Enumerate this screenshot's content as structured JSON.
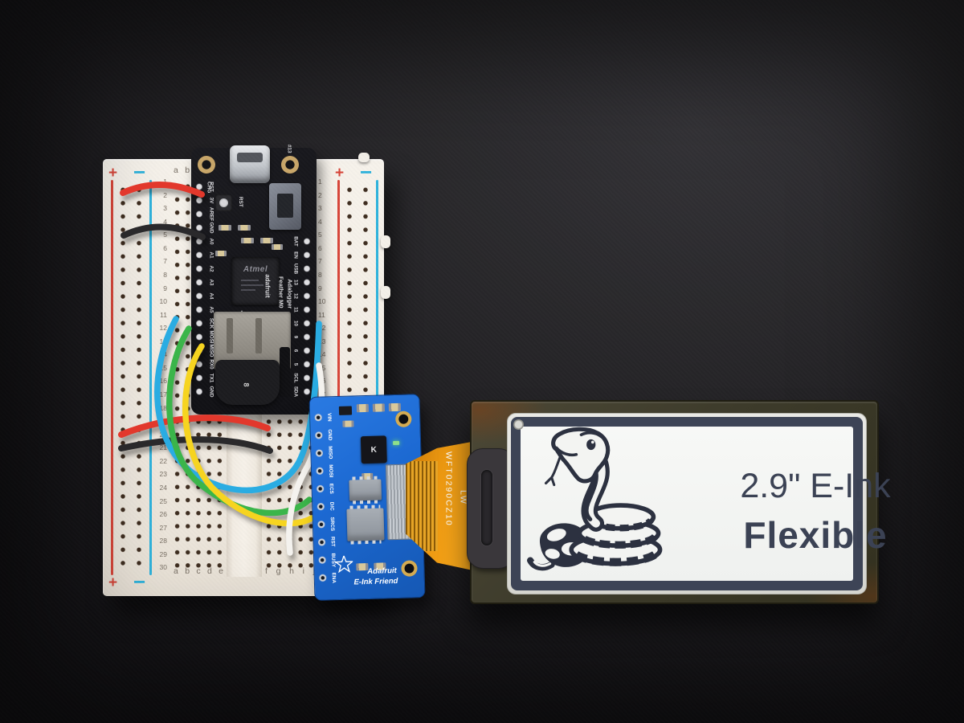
{
  "scene": {
    "description": "Adafruit Feather M0 Adalogger on a half-size breadboard, wired to an Adafruit E-Ink Friend breakout that drives a 2.9 inch flexible monochrome e-ink display over an orange flex cable",
    "background_color": "#232225"
  },
  "breadboard": {
    "plus": "+",
    "minus": "−",
    "row_numbers": [
      "1",
      "2",
      "3",
      "4",
      "5",
      "6",
      "7",
      "8",
      "9",
      "10",
      "11",
      "12",
      "13",
      "14",
      "15",
      "16",
      "17",
      "18",
      "19",
      "20",
      "21",
      "22",
      "23",
      "24",
      "25",
      "26",
      "27",
      "28",
      "29",
      "30"
    ],
    "letters_left": [
      "a",
      "b",
      "c",
      "d",
      "e"
    ],
    "letters_right": [
      "f",
      "g",
      "h",
      "i",
      "j"
    ],
    "colors": {
      "board": "#f1ebe2",
      "rail_red": "#d8463a",
      "rail_blue": "#2fb3dd",
      "hole": "#3e2d1f"
    }
  },
  "feather": {
    "silk_chg": "CHG",
    "silk_rst": "RST",
    "silk_13": "#13",
    "chip_brand": "Atmel",
    "brand": "adafruit",
    "name_line1": "Feather M0",
    "name_line2": "Adalogger",
    "sd_marking": "8",
    "left_pins": [
      "RST",
      "3V",
      "AREF",
      "GND",
      "A0",
      "A1",
      "A2",
      "A3",
      "A4",
      "A5",
      "SCK",
      "MOSI",
      "MISO",
      "RX0",
      "TX1",
      "GND"
    ],
    "right_pins": [
      "BAT",
      "EN",
      "USB",
      "13",
      "12",
      "11",
      "10",
      "9",
      "6",
      "5",
      "SCL",
      "SDA"
    ]
  },
  "eink_friend": {
    "brand": "Adafruit",
    "name": "E-Ink Friend",
    "chip_label": "K",
    "pins": [
      "VIN",
      "GND",
      "MISO",
      "MOSI",
      "ECS",
      "D/C",
      "SRCS",
      "RST",
      "BUSY",
      "ENA"
    ],
    "board_color": "#1c69d2"
  },
  "flex_cable": {
    "part_number": "WFT0290CZ10",
    "marking": "LW",
    "color": "#f8a91d"
  },
  "display": {
    "line1": "2.9\" E-Ink",
    "line2": "Flexible",
    "text_color": "#3b4254",
    "screen_color": "#f3f4f2"
  },
  "wires": {
    "red": "#e2382c",
    "black": "#2a292b",
    "green": "#3bb54a",
    "yellow": "#f6d420",
    "blue": "#2aace2",
    "white": "#f4f2ee"
  }
}
